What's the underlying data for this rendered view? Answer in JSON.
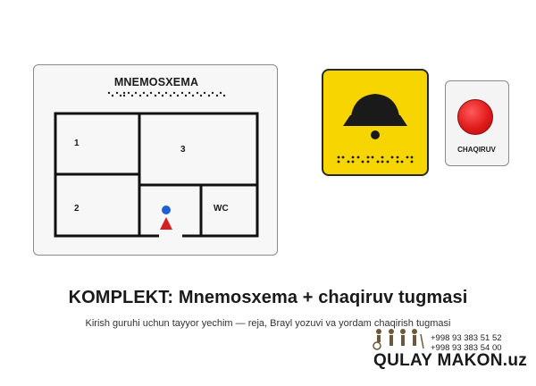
{
  "mnemoschema": {
    "title": "MNEMOSXEMA",
    "rooms": [
      "1",
      "2",
      "3",
      "WC"
    ]
  },
  "call_button": {
    "label": "CHAQIRUV"
  },
  "headline": "KOMPLEKT: Mnemosxema + chaqiruv tugmasi",
  "subtitle": "Kirish guruhi uchun tayyor yechim — reja, Brayl yozuvi va yordam chaqirish tugmasi",
  "contacts": {
    "phone_1": "+998 93 383 51 52",
    "phone_2": "+998 93 383 54 00"
  },
  "brand": {
    "name": "QULAY MAKON.uz"
  },
  "colors": {
    "panel_yellow": "#f6d500",
    "button_red": "#e01b1b",
    "marker_blue": "#1f5fd1",
    "marker_red": "#d32020"
  },
  "icons": [
    "bell-icon",
    "braille-dots",
    "you-are-here-icon",
    "people-icon"
  ]
}
